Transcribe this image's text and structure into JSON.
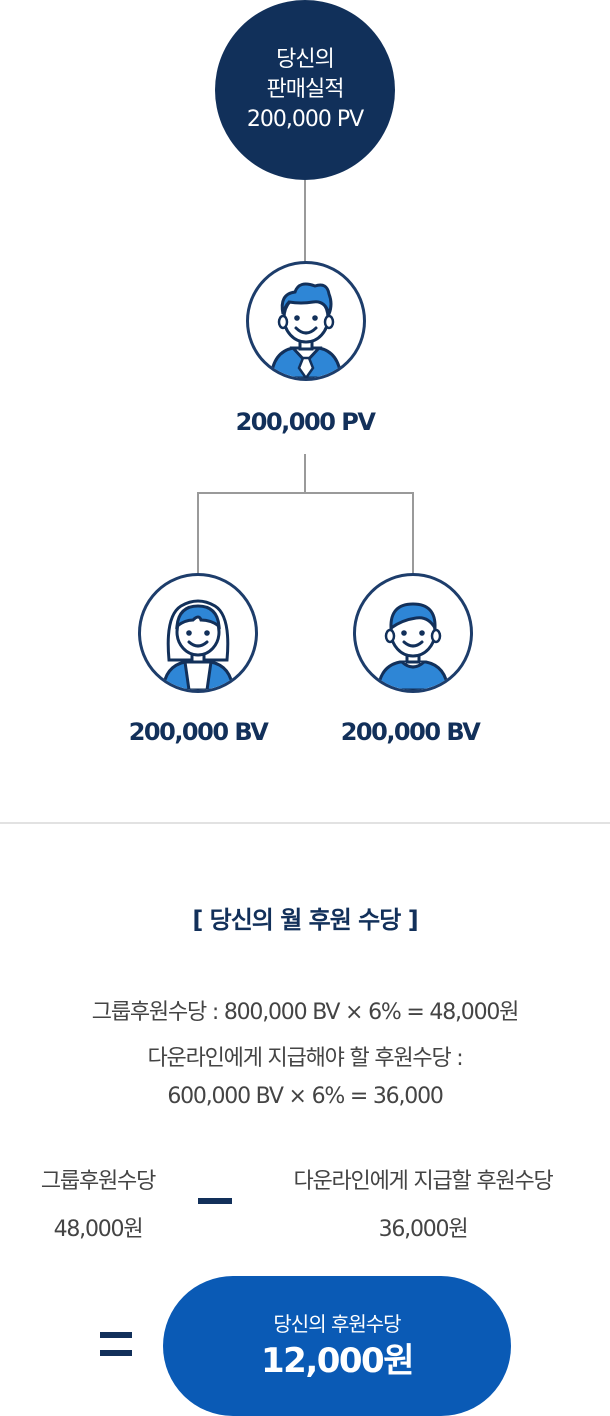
{
  "top": {
    "line1": "당신의",
    "line2": "판매실적",
    "line3": "200,000 PV"
  },
  "you": {
    "value": "200,000 PV"
  },
  "downlines": [
    {
      "value": "200,000 BV"
    },
    {
      "value": "200,000 BV"
    }
  ],
  "section": {
    "title": "[ 당신의 월 후원 수당 ]",
    "calc_line1": "그룹후원수당 : 800,000 BV × 6% = 48,000원",
    "calc_line2": "다운라인에게 지급해야 할 후원수당 :",
    "calc_line3": "600,000 BV × 6% = 36,000"
  },
  "comparison": {
    "left_label": "그룹후원수당",
    "left_value": "48,000원",
    "right_label": "다운라인에게 지급할 후원수당",
    "right_value": "36,000원"
  },
  "result": {
    "label": "당신의 후원수당",
    "value": "12,000원"
  },
  "colors": {
    "navy": "#11305a",
    "result_blue": "#0a5ab5",
    "avatar_blue": "#2e86d6"
  }
}
